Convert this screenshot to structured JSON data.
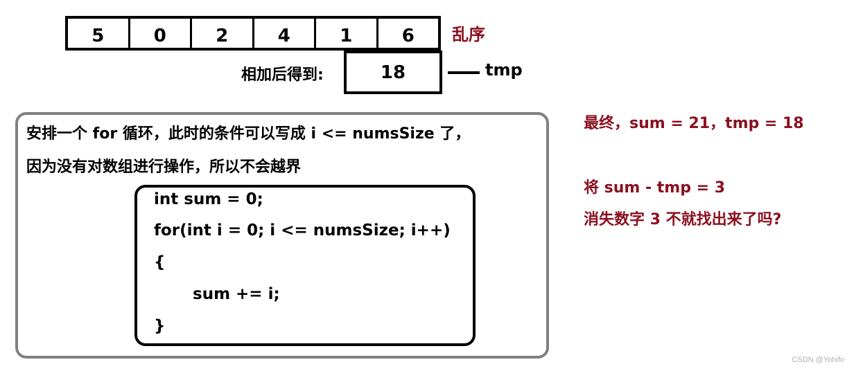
{
  "array": {
    "values": [
      "5",
      "0",
      "2",
      "4",
      "1",
      "6"
    ],
    "tag": "乱序"
  },
  "sum_row": {
    "label": "相加后得到:",
    "value": "18",
    "arrow_label": "tmp"
  },
  "explanation": {
    "line1": "安排一个 for 循环，此时的条件可以写成 i <= numsSize 了，",
    "line2": "因为没有对数组进行操作，所以不会越界"
  },
  "code": {
    "line1": "int sum = 0;",
    "line2": "for(int i = 0; i <= numsSize; i++)",
    "line3": "{",
    "line4": "sum += i;",
    "line5": "}"
  },
  "notes": {
    "final": "最终，sum = 21，tmp = 18",
    "subtract": "将 sum - tmp = 3",
    "conclusion": "消失数字 3 不就找出来了吗?"
  },
  "watermark": "CSDN @Yohifo",
  "colors": {
    "accent": "#8b1020",
    "box_border_gray": "#808080"
  }
}
